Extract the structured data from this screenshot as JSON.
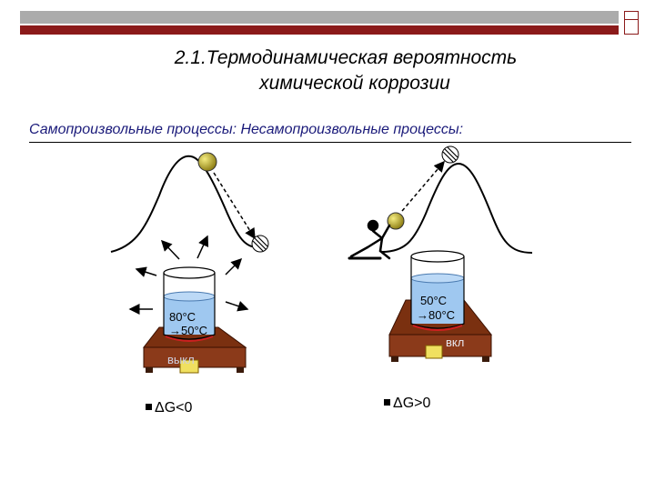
{
  "slide": {
    "title_line1": "2.1.Термодинамическая  вероятность",
    "title_line2": "химической коррозии",
    "subtitle": "Самопроизвольные процессы:  Несамопроизвольные процессы:"
  },
  "left": {
    "temp_line1": "80°С",
    "temp_line2": "→50°С",
    "switch_label": "выкл",
    "dg": "ΔG<0"
  },
  "right": {
    "temp_line1": "50°С",
    "temp_line2": "→80°С",
    "switch_label": "вкл",
    "dg": "ΔG>0"
  },
  "colors": {
    "accent": "#8b1a1a",
    "water": "#9fc8f0",
    "stove": "#8b3a1a",
    "ball": "#c8b830"
  }
}
